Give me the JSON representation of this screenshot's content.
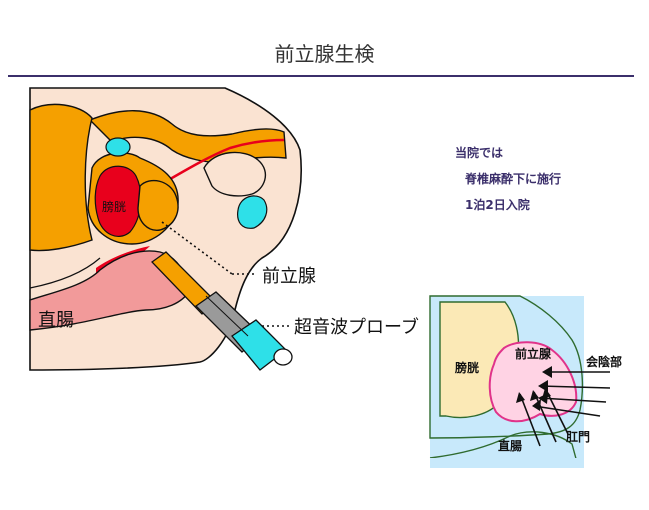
{
  "title": "前立腺生検",
  "notes": {
    "line1": "当院では",
    "line2": "脊椎麻酔下に施行",
    "line3": "1泊2日入院"
  },
  "main_diagram": {
    "bladder_label": "膀胱",
    "prostate_label": "前立腺",
    "rectum_label": "直腸",
    "probe_label": "超音波プローブ"
  },
  "inset_diagram": {
    "bladder_label": "膀胱",
    "prostate_label": "前立腺",
    "perineum_label": "会陰部",
    "anus_label": "肛門",
    "rectum_label": "直腸"
  },
  "colors": {
    "title_rule": "#3b2f6b",
    "notes_text": "#3b2f6b",
    "skin": "#fae3d2",
    "rectum": "#f29a9a",
    "bladder_orange": "#f5a000",
    "bladder_red": "#e8001c",
    "cyan": "#2ee0e8",
    "inset_bg": "#c8e9fb",
    "inset_bladder": "#fbe9b6",
    "inset_prostate": "#ffd3e4"
  }
}
